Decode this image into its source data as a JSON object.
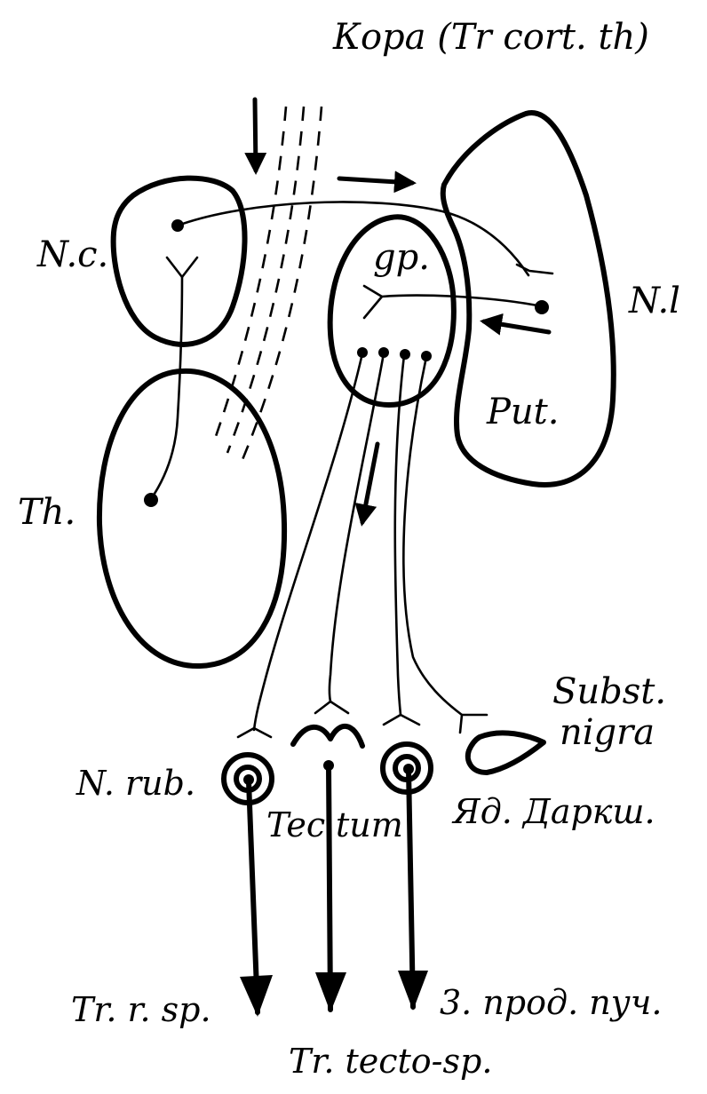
{
  "labels": {
    "title": "Кора (Tr cort. th)",
    "nc": "N.c.",
    "nl": "N.l",
    "gp": "gp.",
    "put": "Put.",
    "th": "Th.",
    "subst": "Subst.",
    "nigra": "nigra",
    "nrub": "N. rub.",
    "tec": "Tec",
    "tum": "tum",
    "darksh": "Яд. Даркш.",
    "trrsp": "Tr. r. sp.",
    "prod": "3. прод. пуч.",
    "tecto": "Tr. tecto-sp."
  },
  "colors": {
    "ink": "#000000",
    "paper": "#ffffff"
  }
}
